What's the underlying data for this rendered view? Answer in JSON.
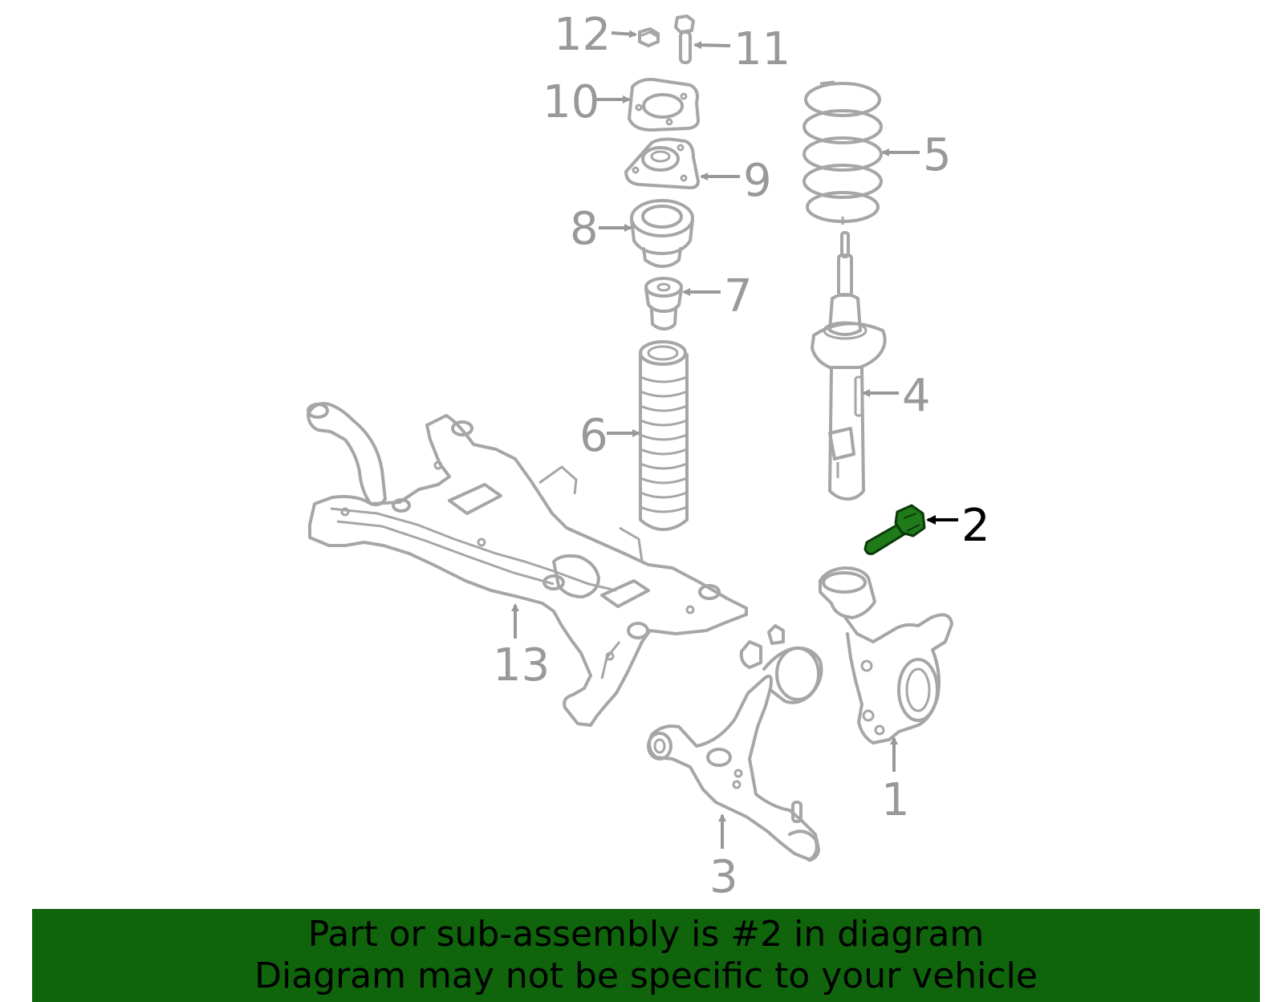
{
  "diagram": {
    "callouts": [
      {
        "id": "1",
        "label": "1"
      },
      {
        "id": "2",
        "label": "2"
      },
      {
        "id": "3",
        "label": "3"
      },
      {
        "id": "4",
        "label": "4"
      },
      {
        "id": "5",
        "label": "5"
      },
      {
        "id": "6",
        "label": "6"
      },
      {
        "id": "7",
        "label": "7"
      },
      {
        "id": "8",
        "label": "8"
      },
      {
        "id": "9",
        "label": "9"
      },
      {
        "id": "10",
        "label": "10"
      },
      {
        "id": "11",
        "label": "11"
      },
      {
        "id": "12",
        "label": "12"
      },
      {
        "id": "13",
        "label": "13"
      }
    ],
    "highlighted_part": "2",
    "colors": {
      "line_art": "#a6a6a6",
      "callout_text": "#999999",
      "highlighted_part": "#1f7a1a",
      "banner": "#0f640c"
    }
  },
  "banner": {
    "line1": "Part or sub-assembly is #2 in diagram",
    "line2": "Diagram may not be specific to your vehicle"
  }
}
